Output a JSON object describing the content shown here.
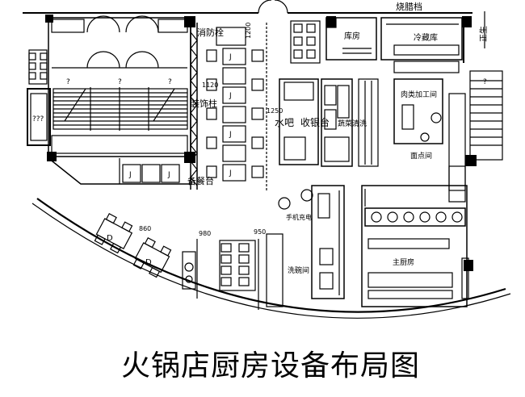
{
  "title": "火锅店厨房设备布局图",
  "labels": {
    "bbq_stall": "烧腊档",
    "zheng": "正生",
    "fire_hydrant": "消防栓",
    "decor_column": "装饰柱",
    "service_station": "备餐台",
    "water_bar": "水吧",
    "cashier": "收银台",
    "storeroom": "库房",
    "cold_storage": "冷藏库",
    "veg_wash": "蔬菜清洗",
    "meat_room": "肉类加工间",
    "pastry": "面点间",
    "phone_charging": "手机充电",
    "dish_room": "洗碗间",
    "main_kitchen": "主厨房"
  },
  "dimensions": {
    "d1200_top": "1200",
    "d1120": "1120",
    "d1250": "1250",
    "d980": "980",
    "d950": "950",
    "d860": "860"
  },
  "question_marks": {
    "q": "?",
    "qqq": "???"
  },
  "table_marks": {
    "j": "J",
    "d": "D"
  }
}
